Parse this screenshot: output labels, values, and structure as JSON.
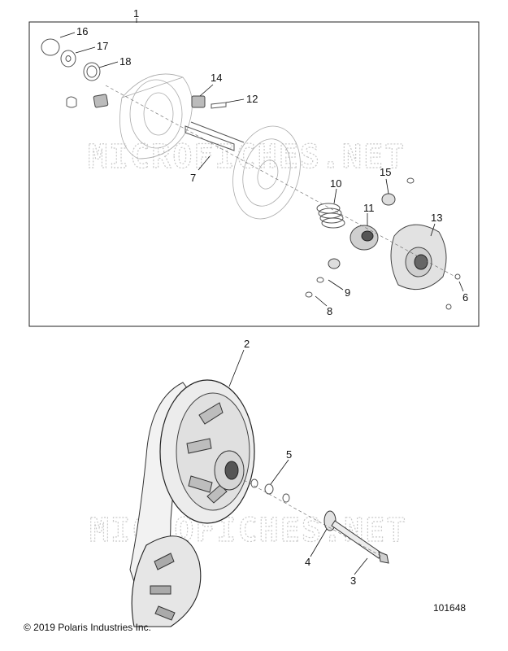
{
  "diagram": {
    "callouts": {
      "c1": "1",
      "c2": "2",
      "c3": "3",
      "c4": "4",
      "c5": "5",
      "c6": "6",
      "c7": "7",
      "c8": "8",
      "c9": "9",
      "c10": "10",
      "c11": "11",
      "c12": "12",
      "c13": "13",
      "c14": "14",
      "c15": "15",
      "c16": "16",
      "c17": "17",
      "c18": "18"
    },
    "watermark": "MICROFICHES.NET"
  },
  "footer": {
    "copyright": "© 2019 Polaris Industries Inc.",
    "figure_id": "101648"
  }
}
